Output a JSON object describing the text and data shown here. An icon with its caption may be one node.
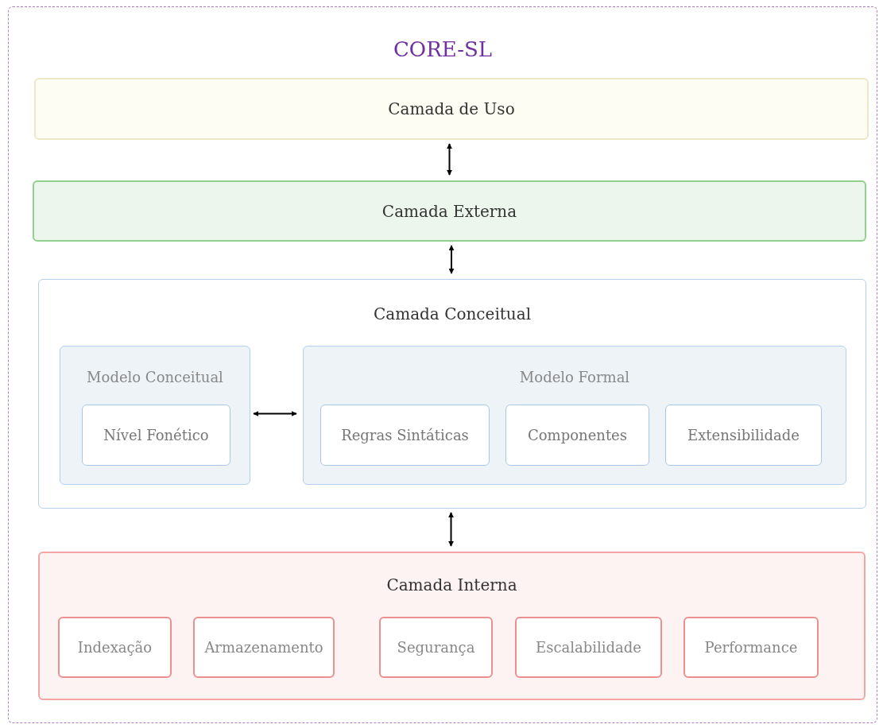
{
  "diagram": {
    "nodes": [
      {
        "text": [
          "CORE-SL"
        ]
      },
      {
        "text": [
          "Camada de Uso"
        ],
        "in": 0
      },
      {
        "text": [
          "Camada Externa"
        ],
        "in": 0
      },
      {
        "text": [
          "Camada Conceitual"
        ],
        "in": 0
      },
      {
        "text": [
          "Modelo Conceitual"
        ],
        "in": 3
      },
      {
        "text": [
          "Nível Fonético"
        ],
        "in": 4
      },
      {
        "text": [
          "Modelo Formal"
        ],
        "in": 3
      },
      {
        "text": [
          "Regras Sintáticas"
        ],
        "in": 6
      },
      {
        "text": [
          "Componentes"
        ],
        "in": 6
      },
      {
        "text": [
          "Extensibilidade"
        ],
        "in": 6
      },
      {
        "text": [
          "Camada Interna"
        ],
        "in": 0
      },
      {
        "text": [
          "Indexação"
        ],
        "in": 10
      },
      {
        "text": [
          "Armazenamento"
        ],
        "in": 10
      },
      {
        "text": [
          "Segurança"
        ],
        "in": 10
      },
      {
        "text": [
          "Escalabilidade"
        ],
        "in": 10
      },
      {
        "text": [
          "Performance"
        ],
        "in": 10
      }
    ],
    "edges": [
      {
        "from": 1,
        "to": 2,
        "arrow": "both"
      },
      {
        "from": 2,
        "to": 3,
        "arrow": "both"
      },
      {
        "from": 4,
        "to": 6,
        "arrow": "both"
      },
      {
        "from": 3,
        "to": 10,
        "arrow": "both"
      }
    ]
  }
}
